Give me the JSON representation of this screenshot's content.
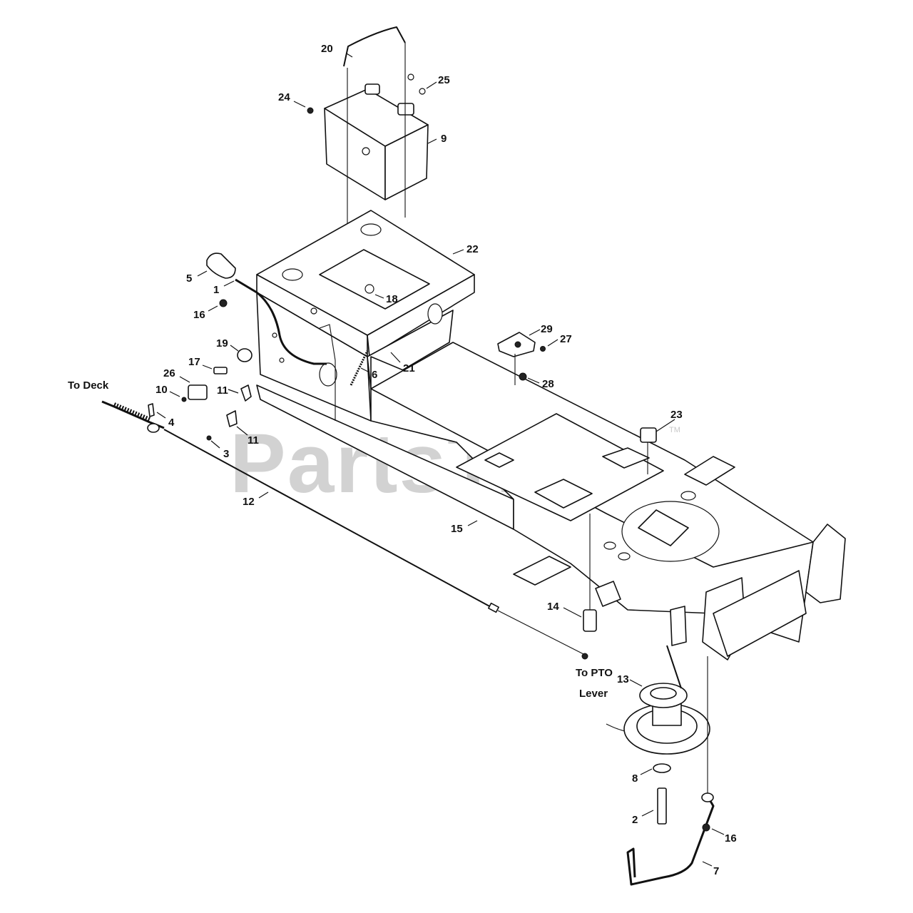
{
  "watermark": {
    "text": "PartsTree",
    "tm": "TM"
  },
  "notes": {
    "to_deck": "To Deck",
    "to_pto_line1": "To PTO",
    "to_pto_line2": "Lever"
  },
  "callouts": {
    "c1": "1",
    "c2": "2",
    "c3": "3",
    "c4": "4",
    "c5": "5",
    "c6": "6",
    "c7": "7",
    "c8": "8",
    "c9": "9",
    "c10": "10",
    "c11a": "11",
    "c11b": "11",
    "c12": "12",
    "c13": "13",
    "c14": "14",
    "c15": "15",
    "c16a": "16",
    "c16b": "16",
    "c17": "17",
    "c18": "18",
    "c19": "19",
    "c20": "20",
    "c21": "21",
    "c22": "22",
    "c23": "23",
    "c24": "24",
    "c25": "25",
    "c26": "26",
    "c27": "27",
    "c28": "28",
    "c29": "29"
  }
}
